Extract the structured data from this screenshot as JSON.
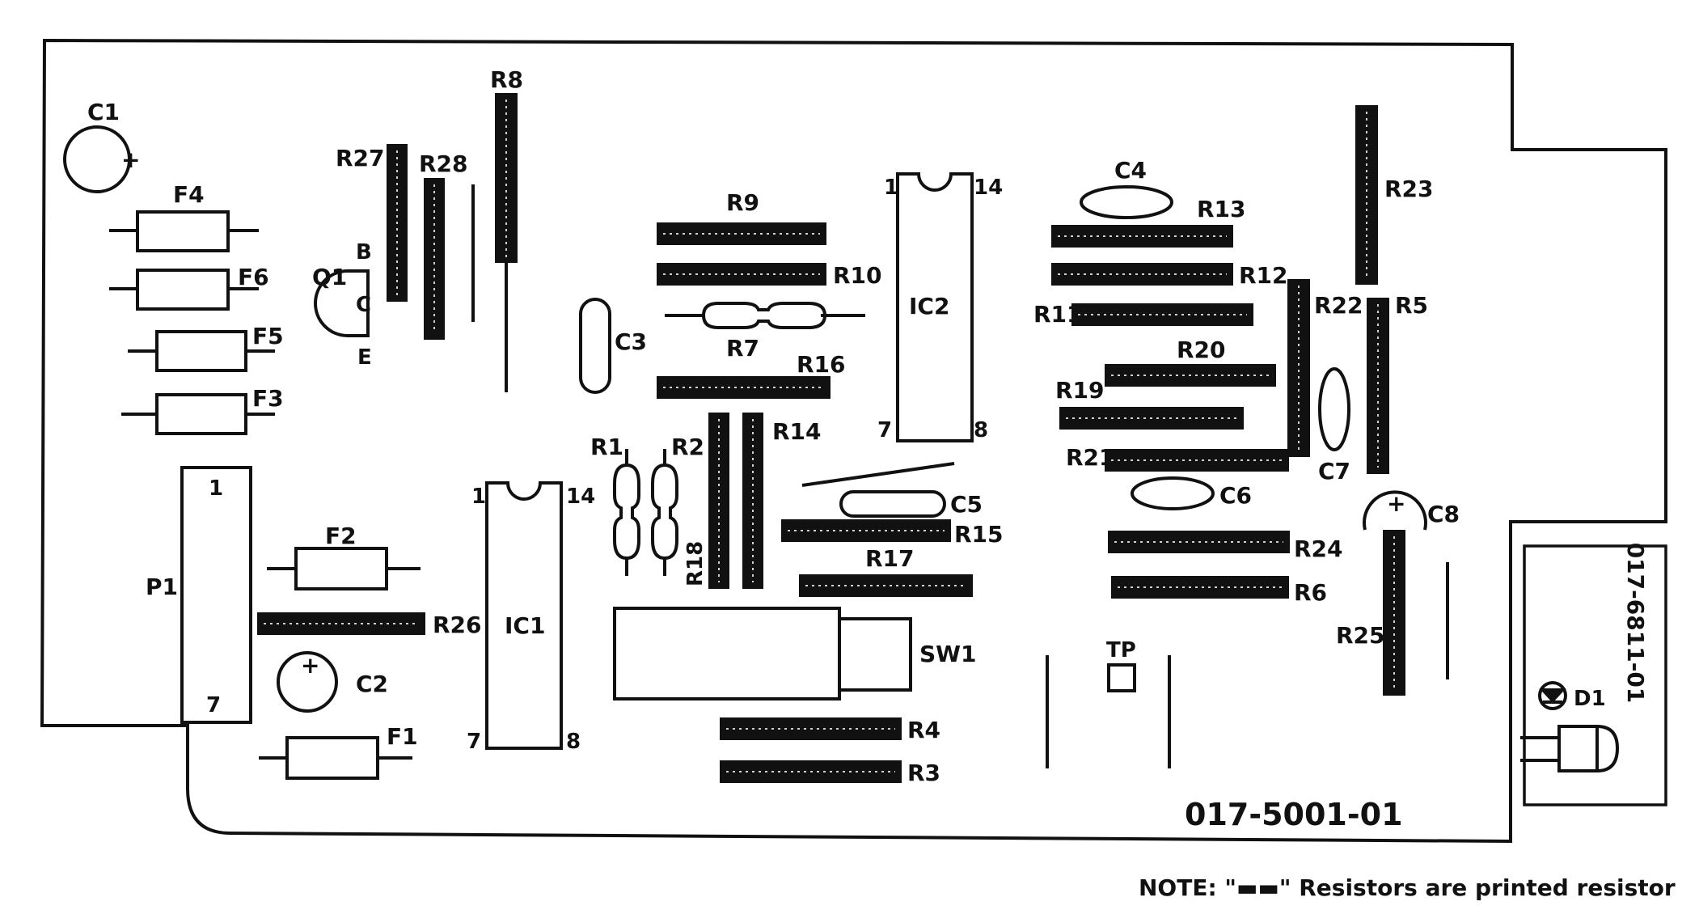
{
  "board_number": "017-5001-01",
  "daughter_board_number": "017-6811-01",
  "note": "NOTE:  \"▬▬\" Resistors are printed resistor",
  "labels": {
    "C1": "C1",
    "C2": "C2",
    "C3": "C3",
    "C4": "C4",
    "C5": "C5",
    "C6": "C6",
    "C7": "C7",
    "C8": "C8",
    "F1": "F1",
    "F2": "F2",
    "F3": "F3",
    "F4": "F4",
    "F5": "F5",
    "F6": "F6",
    "Q1": "Q1",
    "Q1_B": "B",
    "Q1_C": "C",
    "Q1_E": "E",
    "P1": "P1",
    "P1_pin1": "1",
    "P1_pin7": "7",
    "IC1": "IC1",
    "IC1_p1": "1",
    "IC1_p14": "14",
    "IC1_p7": "7",
    "IC1_p8": "8",
    "IC2": "IC2",
    "IC2_p1": "1",
    "IC2_p14": "14",
    "IC2_p7": "7",
    "IC2_p8": "8",
    "SW1": "SW1",
    "TP": "TP",
    "D1": "D1",
    "R1": "R1",
    "R2": "R2",
    "R3": "R3",
    "R4": "R4",
    "R5": "R5",
    "R6": "R6",
    "R7": "R7",
    "R8": "R8",
    "R9": "R9",
    "R10": "R10",
    "R11": "R11",
    "R12": "R12",
    "R13": "R13",
    "R14": "R14",
    "R15": "R15",
    "R16": "R16",
    "R17": "R17",
    "R18": "R18",
    "R19": "R19",
    "R20": "R20",
    "R21": "R21",
    "R22": "R22",
    "R23": "R23",
    "R24": "R24",
    "R25": "R25",
    "R26": "R26",
    "R27": "R27",
    "R28": "R28",
    "plus": "+"
  }
}
